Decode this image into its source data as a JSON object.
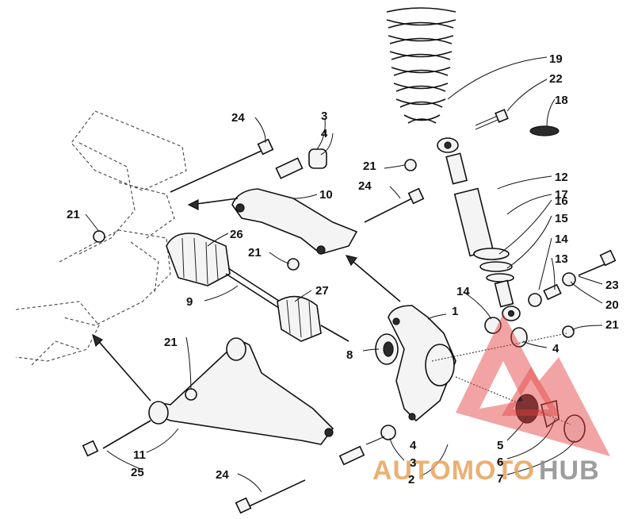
{
  "callouts": [
    {
      "id": "c1",
      "text": "1"
    },
    {
      "id": "c2",
      "text": "2"
    },
    {
      "id": "c3a",
      "text": "3"
    },
    {
      "id": "c3b",
      "text": "3"
    },
    {
      "id": "c4a",
      "text": "4"
    },
    {
      "id": "c4b",
      "text": "4"
    },
    {
      "id": "c4c",
      "text": "4"
    },
    {
      "id": "c5",
      "text": "5"
    },
    {
      "id": "c6",
      "text": "6"
    },
    {
      "id": "c7",
      "text": "7"
    },
    {
      "id": "c8",
      "text": "8"
    },
    {
      "id": "c9",
      "text": "9"
    },
    {
      "id": "c10",
      "text": "10"
    },
    {
      "id": "c11",
      "text": "11"
    },
    {
      "id": "c12",
      "text": "12"
    },
    {
      "id": "c13",
      "text": "13"
    },
    {
      "id": "c14a",
      "text": "14"
    },
    {
      "id": "c14b",
      "text": "14"
    },
    {
      "id": "c15",
      "text": "15"
    },
    {
      "id": "c16",
      "text": "16"
    },
    {
      "id": "c17",
      "text": "17"
    },
    {
      "id": "c18",
      "text": "18"
    },
    {
      "id": "c19",
      "text": "19"
    },
    {
      "id": "c20",
      "text": "20"
    },
    {
      "id": "c21a",
      "text": "21"
    },
    {
      "id": "c21b",
      "text": "21"
    },
    {
      "id": "c21c",
      "text": "21"
    },
    {
      "id": "c21d",
      "text": "21"
    },
    {
      "id": "c21e",
      "text": "21"
    },
    {
      "id": "c22",
      "text": "22"
    },
    {
      "id": "c23",
      "text": "23"
    },
    {
      "id": "c24a",
      "text": "24"
    },
    {
      "id": "c24b",
      "text": "24"
    },
    {
      "id": "c24c",
      "text": "24"
    },
    {
      "id": "c25",
      "text": "25"
    },
    {
      "id": "c26",
      "text": "26"
    },
    {
      "id": "c27",
      "text": "27"
    }
  ],
  "watermark": {
    "part1": "AUTOMOTO",
    "part2": "HUB",
    "color_primary": "#e8a35a",
    "color_secondary": "#8c8c8c",
    "logo_color": "#e23c3c"
  }
}
